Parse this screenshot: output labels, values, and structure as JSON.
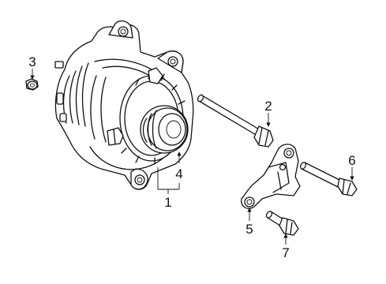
{
  "figure": {
    "background": "#ffffff",
    "line_color": "#111111"
  },
  "callouts": {
    "c1": "1",
    "c2": "2",
    "c3": "3",
    "c4": "4",
    "c5": "5",
    "c6": "6",
    "c7": "7"
  }
}
